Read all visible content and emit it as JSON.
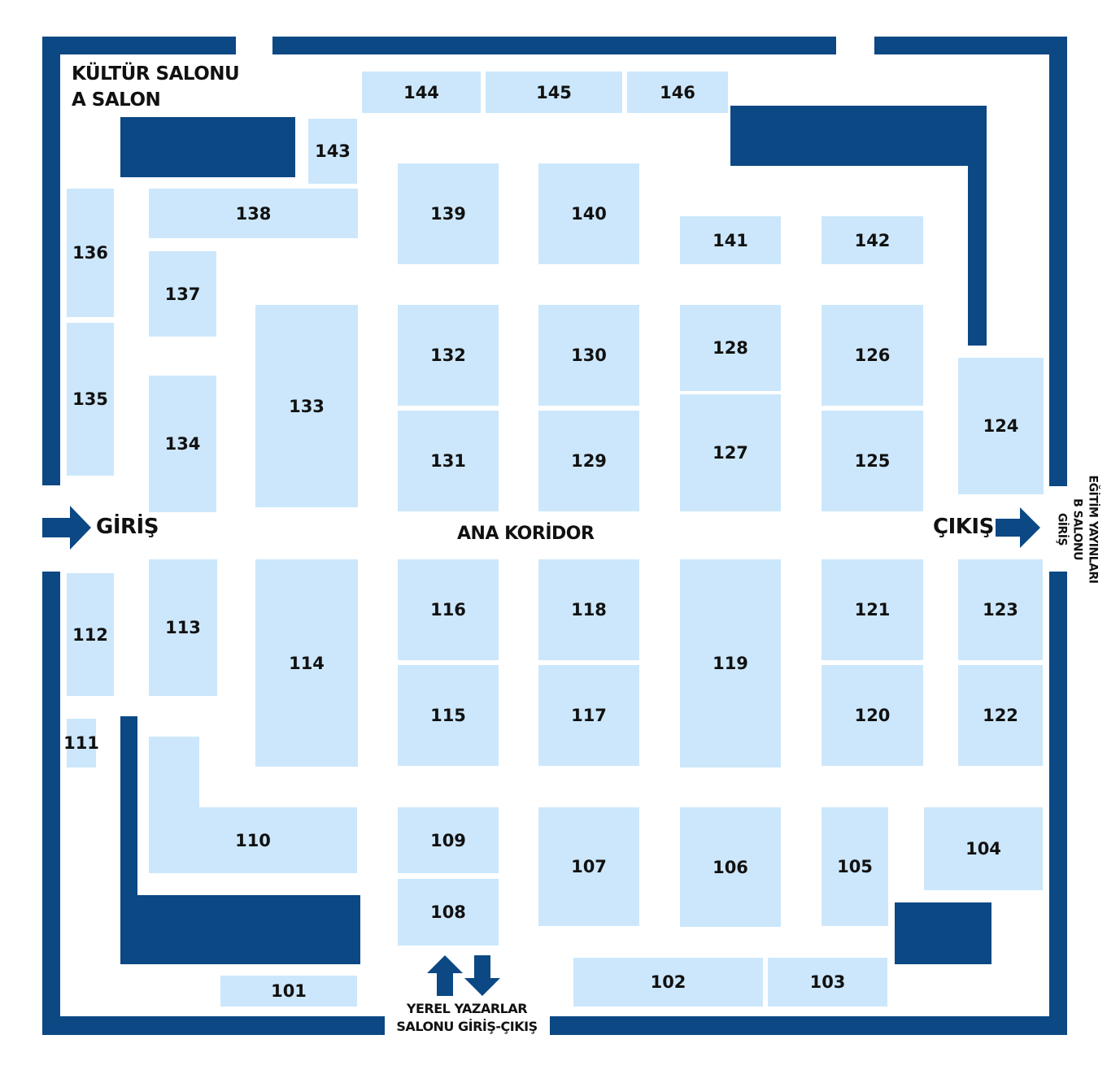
{
  "colors": {
    "wall": "#0b4884",
    "booth": "#cce7fb",
    "text": "#111111",
    "background": "#ffffff"
  },
  "labels": {
    "hall_a_line1": "KÜLTÜR SALONU",
    "hall_a_line2": "A SALON",
    "entrance": "GİRİŞ",
    "main_corridor": "ANA KORİDOR",
    "exit": "ÇIKIŞ",
    "hall_b_line1": "EĞİTİM YAYINLARI",
    "hall_b_line2": "B SALONU",
    "hall_b_line3": "GİRİŞ",
    "local_authors_line1": "YEREL YAZARLAR",
    "local_authors_line2": "SALONU GİRİŞ-ÇIKIŞ"
  },
  "icons": {
    "entrance_arrow": "arrow-right-icon",
    "exit_arrow": "arrow-right-icon",
    "up_arrow": "arrow-up-icon",
    "down_arrow": "arrow-down-icon"
  },
  "booths": {
    "b101": "101",
    "b102": "102",
    "b103": "103",
    "b104": "104",
    "b105": "105",
    "b106": "106",
    "b107": "107",
    "b108": "108",
    "b109": "109",
    "b110": "110",
    "b111": "111",
    "b112": "112",
    "b113": "113",
    "b114": "114",
    "b115": "115",
    "b116": "116",
    "b117": "117",
    "b118": "118",
    "b119": "119",
    "b120": "120",
    "b121": "121",
    "b122": "122",
    "b123": "123",
    "b124": "124",
    "b125": "125",
    "b126": "126",
    "b127": "127",
    "b128": "128",
    "b129": "129",
    "b130": "130",
    "b131": "131",
    "b132": "132",
    "b133": "133",
    "b134": "134",
    "b135": "135",
    "b136": "136",
    "b137": "137",
    "b138": "138",
    "b139": "139",
    "b140": "140",
    "b141": "141",
    "b142": "142",
    "b143": "143",
    "b144": "144",
    "b145": "145",
    "b146": "146"
  }
}
